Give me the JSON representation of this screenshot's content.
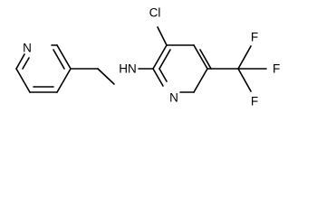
{
  "molecule": {
    "atoms": {
      "chlorine": "Cl",
      "amine": "HN",
      "pyridine_n_left": "N",
      "pyridine_n_right": "N",
      "fluorine_top": "F",
      "fluorine_right": "F",
      "fluorine_bottom": "F"
    }
  }
}
